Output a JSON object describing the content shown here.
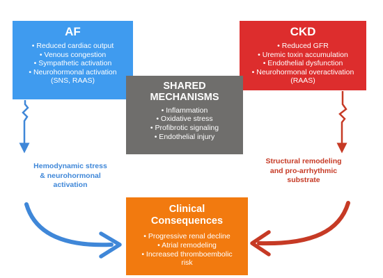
{
  "af": {
    "title": "AF",
    "items": [
      "• Reduced cardiac output",
      "• Venous congestion",
      "• Sympathetic activation",
      "• Neurohormonal activation",
      "(SNS, RAAS)"
    ]
  },
  "ckd": {
    "title": "CKD",
    "items": [
      "• Reduced GFR",
      "• Uremic toxin accumulation",
      "• Endothelial dysfunction",
      "• Neurohormonal overactivation",
      "(RAAS)"
    ]
  },
  "shared": {
    "title_line1": "SHARED",
    "title_line2": "MECHANISMS",
    "items": [
      "• Inflammation",
      "• Oxidative stress",
      "• Profibrotic signaling",
      "• Endothelial injury"
    ]
  },
  "clinical": {
    "title_line1": "Clinical",
    "title_line2": "Consequences",
    "items": [
      "• Progressive renal decline",
      "• Atrial remodeling",
      "• Increased thromboembolic",
      "risk"
    ]
  },
  "af_pathway": {
    "line1": "Hemodynamic stress",
    "line2": "& neurohormonal",
    "line3": "activation"
  },
  "ckd_pathway": {
    "line1": "Structural remodeling",
    "line2": "and pro-arrhythmic",
    "line3": "substrate"
  },
  "colors": {
    "af": "#3f9bef",
    "ckd": "#dd2d2d",
    "shared": "#6f6e6c",
    "clinical": "#f27a0f"
  }
}
